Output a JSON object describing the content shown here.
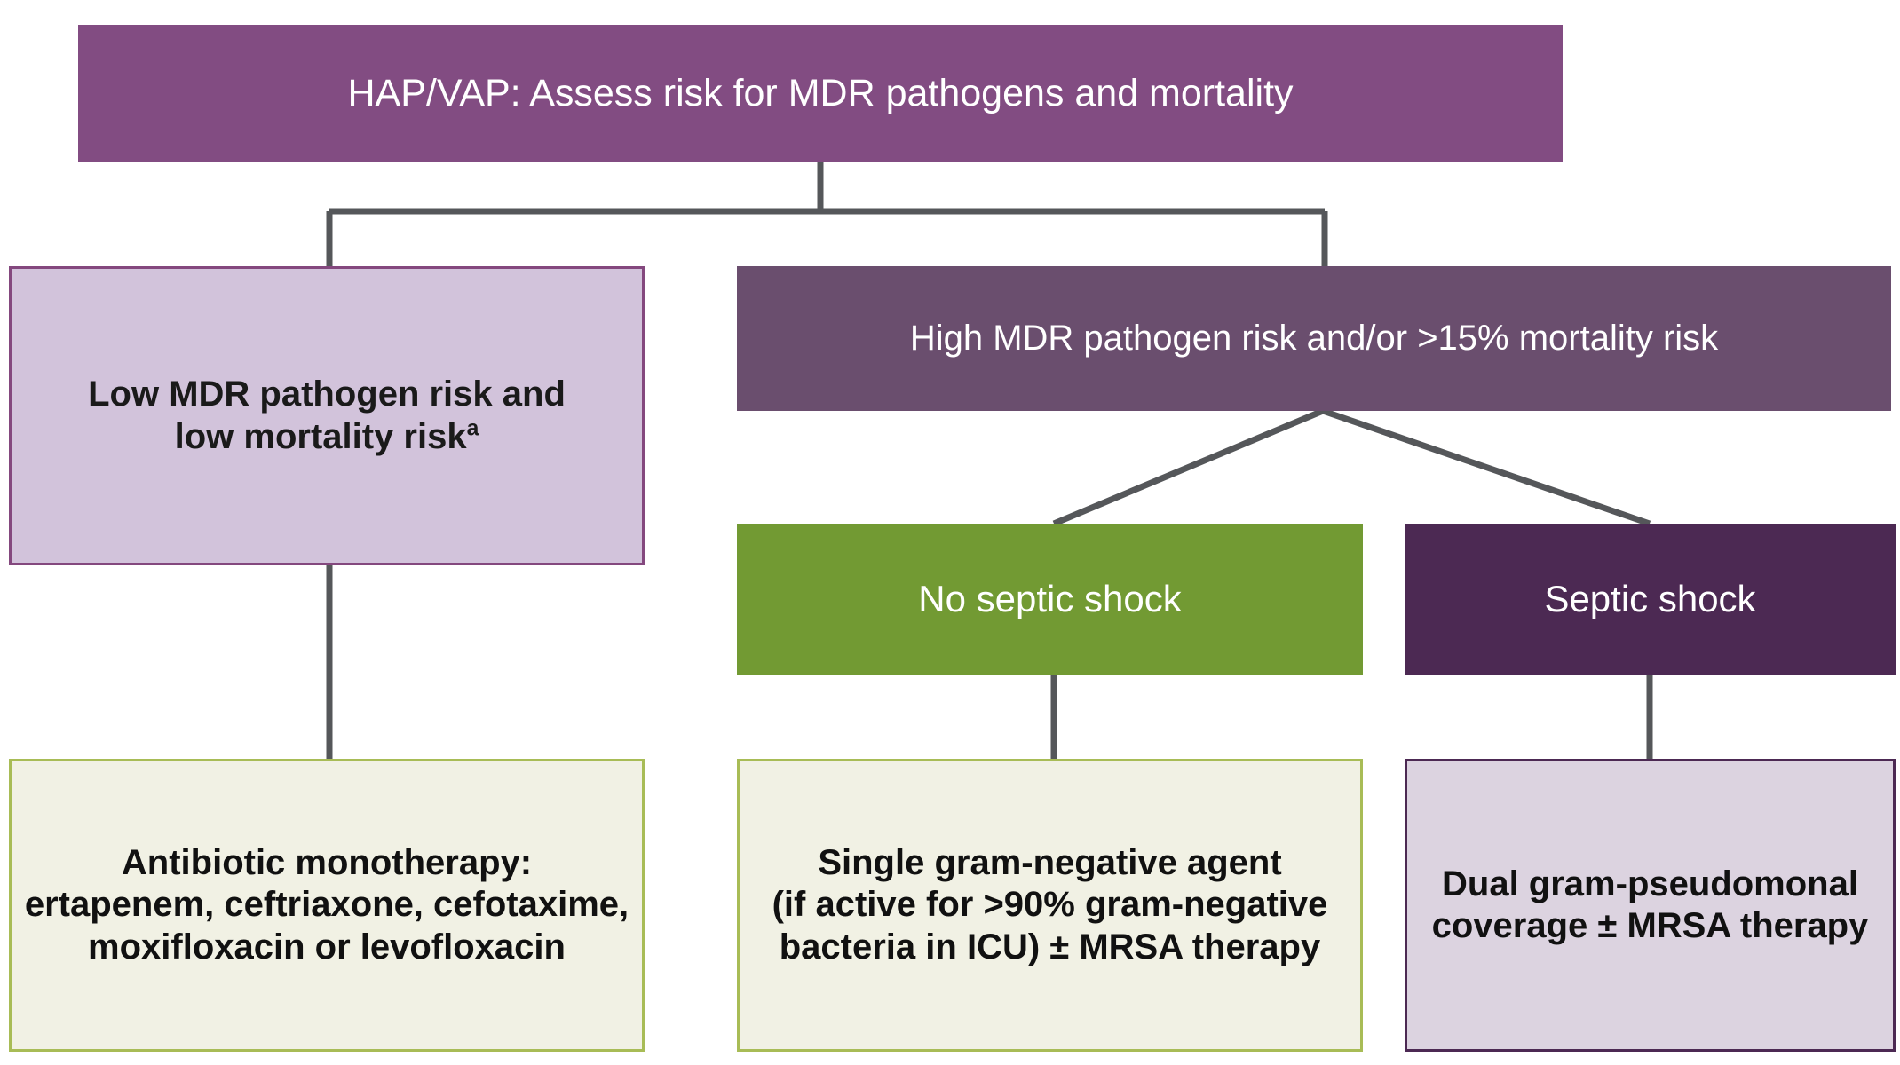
{
  "diagram": {
    "title": "HAP/VAP antibiotic selection decision tree",
    "type": "flowchart",
    "palette": {
      "header_purple": "#824C82",
      "mid_purple": "#6A4E6E",
      "light_lavender": "#D2C3DB",
      "lavender_border": "#84487E",
      "green": "#729A33",
      "dark_purple": "#4C2953",
      "cream": "#F1F1E4",
      "cream_border": "#A8BC56",
      "pale_lavender": "#DCD3E0",
      "connector_gray": "#55575A",
      "text_white": "#FFFFFF",
      "text_black": "#111111"
    },
    "nodes": {
      "root": {
        "label": "HAP/VAP: Assess risk for MDR pathogens and mortality",
        "level": 0
      },
      "low_risk": {
        "label": "Low MDR pathogen risk and\nlow mortality risk",
        "footnote_marker": "a",
        "level": 1
      },
      "high_risk": {
        "label": "High MDR pathogen risk and/or >15% mortality risk",
        "level": 1
      },
      "no_septic_shock": {
        "label": "No septic shock",
        "level": 2
      },
      "septic_shock": {
        "label": "Septic shock",
        "level": 2
      },
      "monotherapy": {
        "label": "Antibiotic monotherapy:\nertapenem, ceftriaxone, cefotaxime,\nmoxifloxacin or levofloxacin",
        "level": 3
      },
      "single_gram_negative": {
        "label": "Single gram-negative agent\n(if active for >90% gram-negative\nbacteria in ICU) ± MRSA therapy",
        "level": 3
      },
      "dual_coverage": {
        "label": "Dual gram-pseudomonal\ncoverage ± MRSA therapy",
        "level": 3
      }
    },
    "edges": [
      {
        "from": "root",
        "to": "low_risk",
        "style": "orthogonal"
      },
      {
        "from": "root",
        "to": "high_risk",
        "style": "orthogonal"
      },
      {
        "from": "low_risk",
        "to": "monotherapy",
        "style": "straight-vertical"
      },
      {
        "from": "high_risk",
        "to": "no_septic_shock",
        "style": "diagonal"
      },
      {
        "from": "high_risk",
        "to": "septic_shock",
        "style": "diagonal"
      },
      {
        "from": "no_septic_shock",
        "to": "single_gram_negative",
        "style": "straight-vertical"
      },
      {
        "from": "septic_shock",
        "to": "dual_coverage",
        "style": "straight-vertical"
      }
    ]
  }
}
